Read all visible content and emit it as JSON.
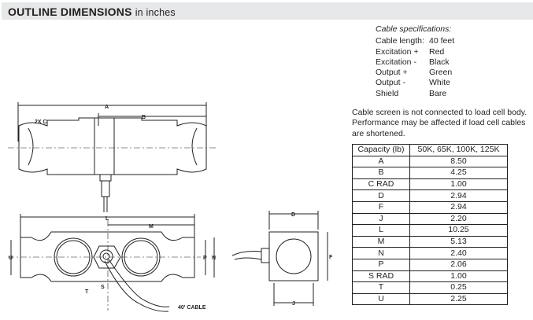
{
  "header": {
    "title": "OUTLINE DIMENSIONS",
    "units": "in inches"
  },
  "cable_specs": {
    "title": "Cable specifications:",
    "rows": [
      {
        "label": "Cable length:",
        "value": "40 feet"
      },
      {
        "label": "Excitation +",
        "value": "Red"
      },
      {
        "label": "Excitation -",
        "value": "Black"
      },
      {
        "label": "Output +",
        "value": "Green"
      },
      {
        "label": "Output -",
        "value": "White"
      },
      {
        "label": "Shield",
        "value": "Bare"
      }
    ],
    "note": "Cable screen is not connected to load cell body. Performance may be affected if load cell cables are shortened."
  },
  "table": {
    "headers": [
      "Capacity (lb)",
      "50K, 65K, 100K, 125K"
    ],
    "rows": [
      [
        "A",
        "8.50"
      ],
      [
        "B",
        "4.25"
      ],
      [
        "C RAD",
        "1.00"
      ],
      [
        "D",
        "2.94"
      ],
      [
        "F",
        "2.94"
      ],
      [
        "J",
        "2.20"
      ],
      [
        "L",
        "10.25"
      ],
      [
        "M",
        "5.13"
      ],
      [
        "N",
        "2.40"
      ],
      [
        "P",
        "2.06"
      ],
      [
        "S RAD",
        "1.00"
      ],
      [
        "T",
        "0.25"
      ],
      [
        "U",
        "2.25"
      ]
    ]
  },
  "drawing": {
    "a": "A",
    "b": "B",
    "c": "2X C",
    "l": "L",
    "m": "M",
    "u": "U",
    "p": "P",
    "n": "N",
    "t": "T",
    "s": "S",
    "cable": "40' CABLE",
    "d": "D",
    "f": "F",
    "j": "J"
  }
}
